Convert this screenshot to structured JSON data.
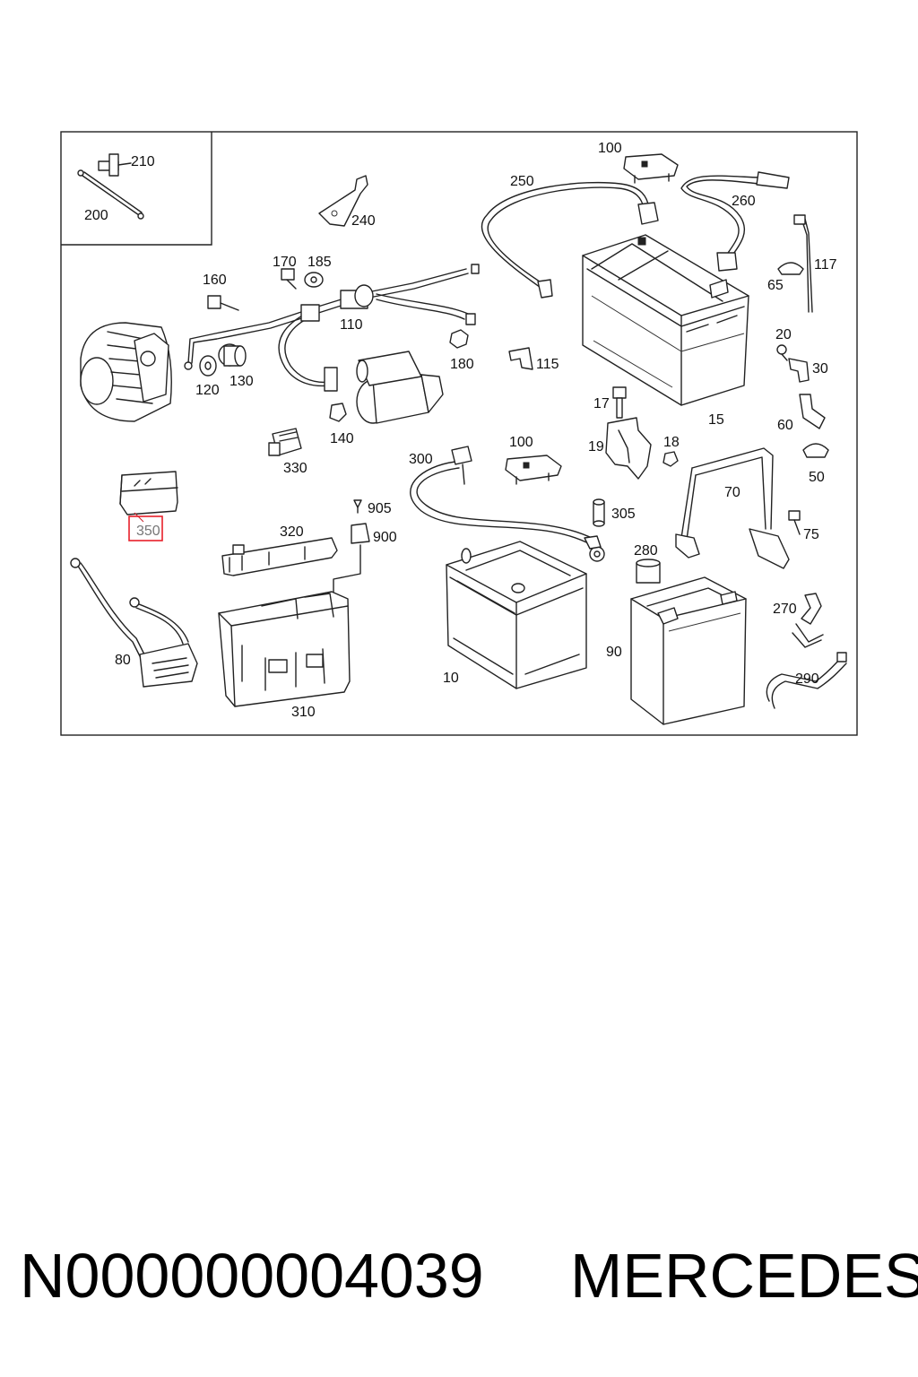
{
  "diagram": {
    "labels": {
      "l210": "210",
      "l200": "200",
      "l240": "240",
      "l100a": "100",
      "l250": "250",
      "l260": "260",
      "l170": "170",
      "l185": "185",
      "l160": "160",
      "l110": "110",
      "l117": "117",
      "l65": "65",
      "l120": "120",
      "l130": "130",
      "l180": "180",
      "l115": "115",
      "l20": "20",
      "l30": "30",
      "l17": "17",
      "l15": "15",
      "l60": "60",
      "l140": "140",
      "l19": "19",
      "l18": "18",
      "l330": "330",
      "l100b": "100",
      "l300": "300",
      "l50": "50",
      "l70": "70",
      "l905": "905",
      "l350": "350",
      "l900": "900",
      "l305": "305",
      "l75": "75",
      "l320": "320",
      "l280": "280",
      "l270": "270",
      "l80": "80",
      "l90": "90",
      "l10": "10",
      "l290": "290",
      "l310": "310"
    },
    "highlighted_callout": "350",
    "highlight_color": "#e8202a"
  },
  "footer": {
    "part_number": "N000000004039",
    "brand": "MERCEDES"
  }
}
